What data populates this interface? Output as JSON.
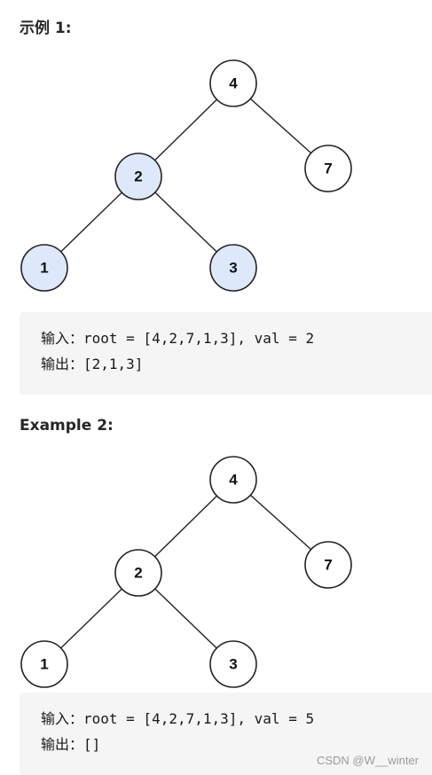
{
  "colors": {
    "highlight_fill": "#dde8fb",
    "node_fill": "#ffffff",
    "code_background": "#f5f5f5",
    "stroke": "#222222"
  },
  "examples": [
    {
      "heading": "示例 1:",
      "tree": {
        "nodes": [
          {
            "value": "4",
            "highlighted": false
          },
          {
            "value": "2",
            "highlighted": true
          },
          {
            "value": "7",
            "highlighted": false
          },
          {
            "value": "1",
            "highlighted": true
          },
          {
            "value": "3",
            "highlighted": true
          }
        ],
        "edges": [
          [
            "4",
            "2"
          ],
          [
            "4",
            "7"
          ],
          [
            "2",
            "1"
          ],
          [
            "2",
            "3"
          ]
        ]
      },
      "input_line": "输入：root = [4,2,7,1,3], val = 2",
      "output_line": "输出：[2,1,3]"
    },
    {
      "heading": "Example 2:",
      "tree": {
        "nodes": [
          {
            "value": "4",
            "highlighted": false
          },
          {
            "value": "2",
            "highlighted": false
          },
          {
            "value": "7",
            "highlighted": false
          },
          {
            "value": "1",
            "highlighted": false
          },
          {
            "value": "3",
            "highlighted": false
          }
        ],
        "edges": [
          [
            "4",
            "2"
          ],
          [
            "4",
            "7"
          ],
          [
            "2",
            "1"
          ],
          [
            "2",
            "3"
          ]
        ]
      },
      "input_line": "输入：root = [4,2,7,1,3], val = 5",
      "output_line": "输出：[]"
    }
  ],
  "watermark": "CSDN @W__winter"
}
